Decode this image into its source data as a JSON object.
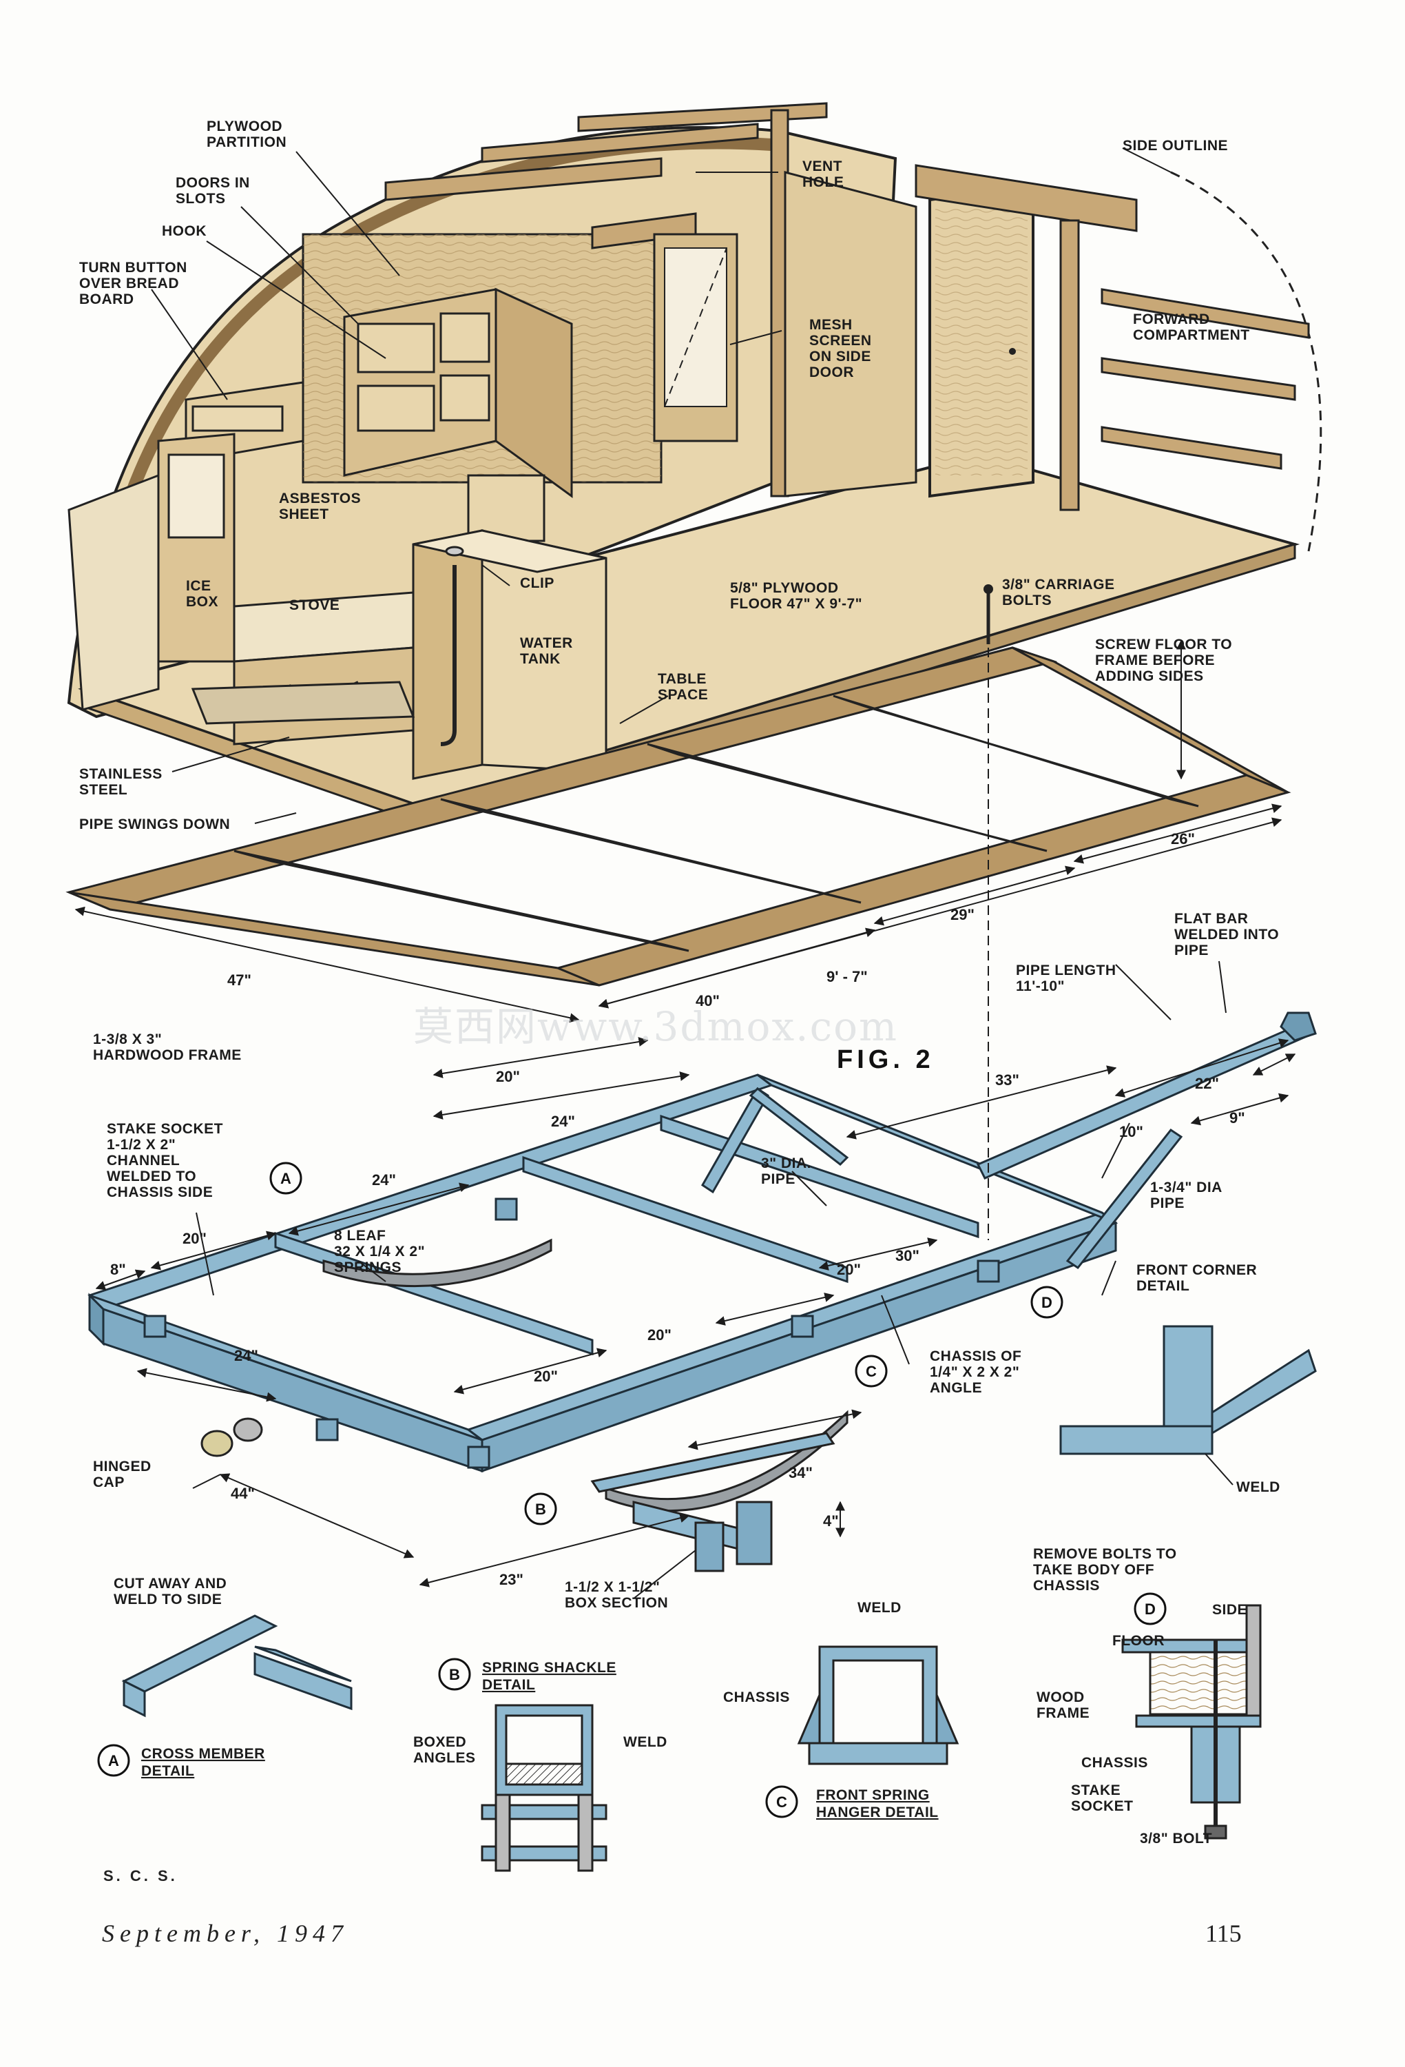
{
  "figure": {
    "title": "FIG. 2"
  },
  "watermark": "莫西网www.3dmox.com",
  "trailer_labels": {
    "plywood_partition": [
      "PLYWOOD",
      "PARTITION"
    ],
    "doors_in_slots": [
      "DOORS IN",
      "SLOTS"
    ],
    "hook": "HOOK",
    "turn_button": [
      "TURN BUTTON",
      "OVER BREAD",
      "BOARD"
    ],
    "vent_hole": [
      "VENT",
      "HOLE"
    ],
    "side_outline": "SIDE OUTLINE",
    "forward_compartment": [
      "FORWARD",
      "COMPARTMENT"
    ],
    "mesh_screen": [
      "MESH",
      "SCREEN",
      "ON SIDE",
      "DOOR"
    ],
    "asbestos_sheet": [
      "ASBESTOS",
      "SHEET"
    ],
    "clip": "CLIP",
    "ice_box": [
      "ICE",
      "BOX"
    ],
    "stove": "STOVE",
    "water_tank": [
      "WATER",
      "TANK"
    ],
    "plywood_floor": [
      "5/8\" PLYWOOD",
      "FLOOR 47\" X 9'-7\""
    ],
    "carriage_bolts": [
      "3/8\" CARRIAGE",
      "BOLTS"
    ],
    "screw_floor": [
      "SCREW FLOOR TO",
      "FRAME BEFORE",
      "ADDING SIDES"
    ],
    "table_space": [
      "TABLE",
      "SPACE"
    ],
    "stainless_steel": [
      "STAINLESS",
      "STEEL"
    ],
    "pipe_swings_down": "PIPE SWINGS DOWN",
    "hardwood_frame": [
      "1-3/8 X 3\"",
      "HARDWOOD FRAME"
    ]
  },
  "frame_dimensions": [
    "26\"",
    "29\"",
    "9' - 7\"",
    "40\"",
    "47\"",
    "20\"",
    "24\""
  ],
  "chassis_labels": {
    "pipe_length": [
      "PIPE LENGTH",
      "11'-10\""
    ],
    "flat_bar": [
      "FLAT BAR",
      "WELDED INTO",
      "PIPE"
    ],
    "stake_socket": [
      "STAKE SOCKET",
      "1-1/2 X 2\"",
      "CHANNEL",
      "WELDED TO",
      "CHASSIS SIDE"
    ],
    "pipe_3in": [
      "3\" DIA.",
      "PIPE"
    ],
    "pipe_134": [
      "1-3/4\" DIA",
      "PIPE"
    ],
    "leaf_springs": [
      "8 LEAF",
      "32 X 1/4 X 2\"",
      "SPRINGS"
    ],
    "front_corner": [
      "FRONT CORNER",
      "DETAIL"
    ],
    "chassis_angle": [
      "CHASSIS OF",
      "1/4\" X 2 X 2\"",
      "ANGLE"
    ],
    "hinged_cap": [
      "HINGED",
      "CAP"
    ],
    "box_section": [
      "1-1/2 X 1-1/2\"",
      "BOX SECTION"
    ],
    "weld": "WELD"
  },
  "chassis_dimensions": [
    "22\"",
    "33\"",
    "10\"",
    "9\"",
    "24\"",
    "20\"",
    "8\"",
    "20\"",
    "30\"",
    "24\"",
    "20\"",
    "20\"",
    "34\"",
    "4\"",
    "44\"",
    "23\""
  ],
  "callouts": [
    "A",
    "B",
    "C",
    "D"
  ],
  "details": {
    "a": {
      "note": [
        "CUT AWAY AND",
        "WELD TO SIDE"
      ],
      "title": [
        "CROSS MEMBER",
        "DETAIL"
      ]
    },
    "b": {
      "title": [
        "SPRING SHACKLE",
        "DETAIL"
      ],
      "boxed": [
        "BOXED",
        "ANGLES"
      ],
      "weld": "WELD"
    },
    "c": {
      "weld": "WELD",
      "chassis": "CHASSIS",
      "title": [
        "FRONT SPRING",
        "HANGER DETAIL"
      ]
    },
    "d": {
      "note": [
        "REMOVE BOLTS TO",
        "TAKE BODY OFF",
        "CHASSIS"
      ],
      "side": "SIDE",
      "floor": "FLOOR",
      "wood_frame": [
        "WOOD",
        "FRAME"
      ],
      "chassis": "CHASSIS",
      "stake_socket": [
        "STAKE",
        "SOCKET"
      ],
      "bolt": "3/8\" BOLT"
    }
  },
  "footer": {
    "initials": "S. C. S.",
    "date": "September,   1947",
    "page": "115"
  },
  "colors": {
    "wood": "#e3cfa4",
    "wood_dark": "#b89a6a",
    "steel": "#8fb9d0",
    "ink": "#1c1c1c"
  }
}
